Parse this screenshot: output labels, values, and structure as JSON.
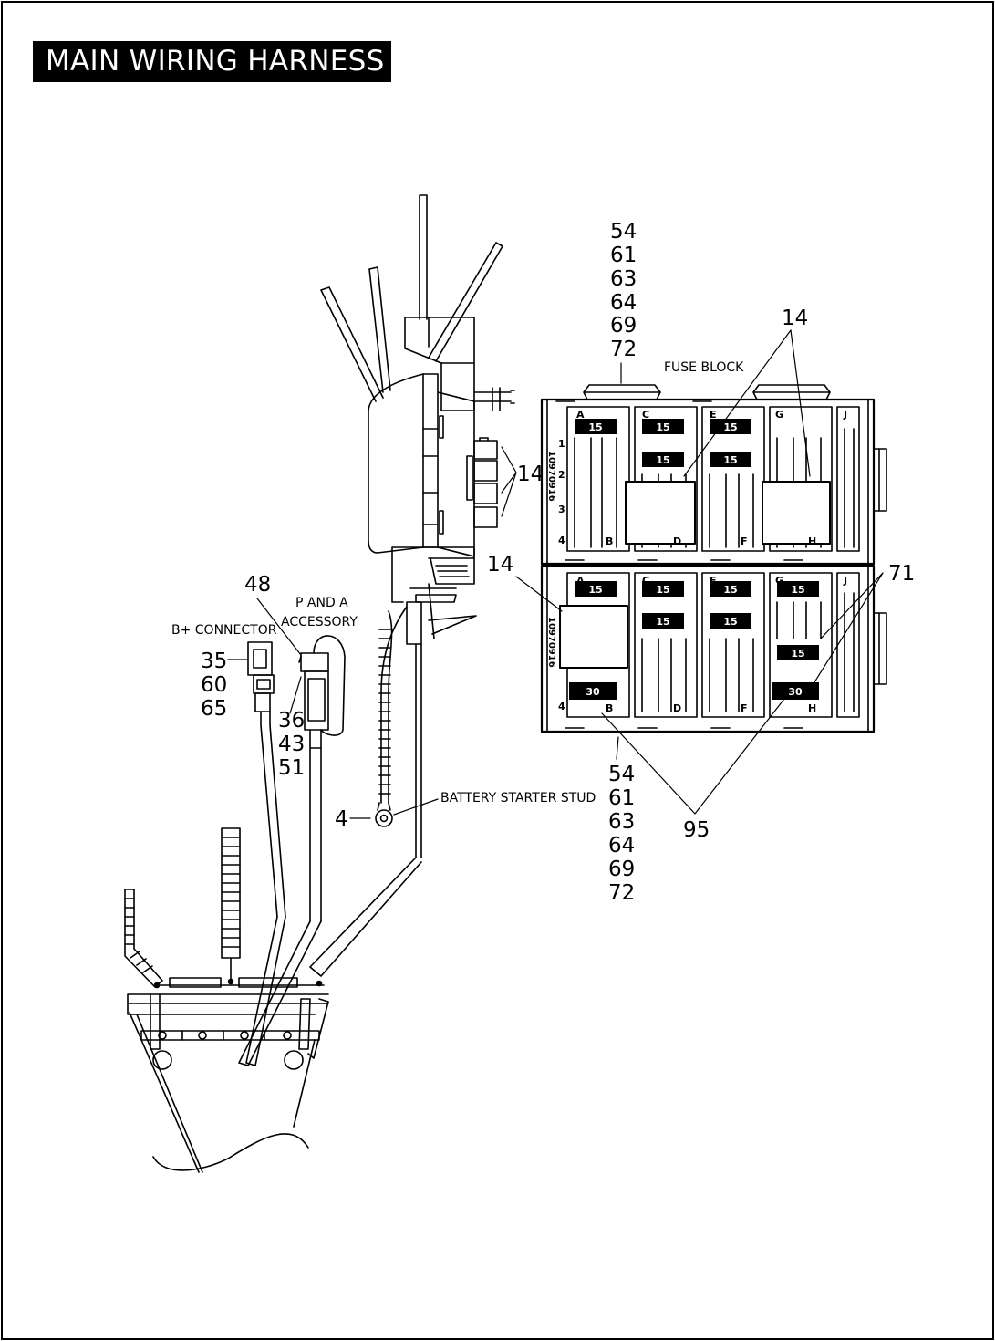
{
  "title": "MAIN WIRING HARNESS",
  "labels": {
    "fuse_block": "FUSE BLOCK",
    "b_plus_connector": "B+ CONNECTOR",
    "p_and_a_line1": "P AND A",
    "p_and_a_line2": "ACCESSORY",
    "battery_starter_stud": "BATTERY STARTER STUD"
  },
  "callouts": {
    "top_fuse_stack": [
      "54",
      "61",
      "63",
      "64",
      "69",
      "72"
    ],
    "bottom_fuse_stack": [
      "54",
      "61",
      "63",
      "64",
      "69",
      "72"
    ],
    "b_plus_stack": [
      "35",
      "60",
      "65"
    ],
    "p_and_a_stack": [
      "36",
      "43",
      "51"
    ],
    "relay_top_right": "14",
    "relay_side": "14",
    "relay_lower": "14",
    "p_and_a_part": "48",
    "ring_terminal": "4",
    "fuse_71": "71",
    "fuse_95": "95"
  },
  "fuse_block": {
    "part_number": "10970916",
    "top_columns": [
      "A",
      "C",
      "E",
      "G",
      "J"
    ],
    "top_bottom_letters": [
      "B",
      "D",
      "F",
      "H"
    ],
    "bottom_columns": [
      "A",
      "C",
      "E",
      "G",
      "J"
    ],
    "bottom_bottom_letters": [
      "B",
      "D",
      "F",
      "H"
    ],
    "row_numbers": [
      "1",
      "2",
      "3",
      "4"
    ],
    "fuse_ratings_top": [
      "15",
      "15",
      "15",
      "15",
      "15"
    ],
    "fuse_ratings_bottom": [
      "15",
      "15",
      "15",
      "15",
      "15",
      "15",
      "15"
    ],
    "maxi_fuse_ratings": [
      "30",
      "30"
    ]
  }
}
